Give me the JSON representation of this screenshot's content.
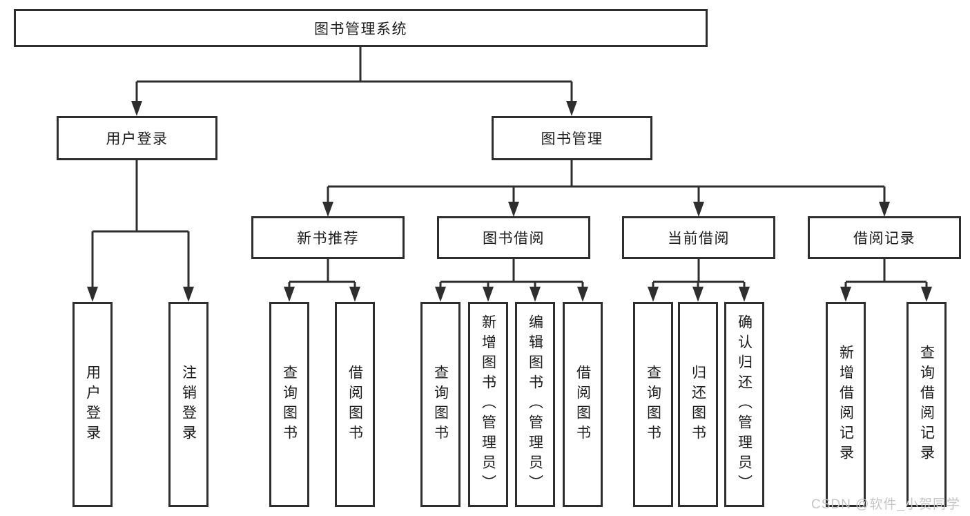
{
  "diagram_title": "图书管理系统",
  "colors": {
    "line": "#2e2e2e",
    "text": "#1d1d1f",
    "watermark": "#c5c5c5",
    "background": "#ffffff"
  },
  "tree": {
    "root": {
      "label": "图书管理系统",
      "children": [
        {
          "label": "用户登录",
          "children": [
            {
              "label": "用户登录"
            },
            {
              "label": "注销登录"
            }
          ]
        },
        {
          "label": "图书管理",
          "children": [
            {
              "label": "新书推荐",
              "children": [
                {
                  "label": "查询图书"
                },
                {
                  "label": "借阅图书"
                }
              ]
            },
            {
              "label": "图书借阅",
              "children": [
                {
                  "label": "查询图书"
                },
                {
                  "label": "新增图书（管理员）"
                },
                {
                  "label": "编辑图书（管理员）"
                },
                {
                  "label": "借阅图书"
                }
              ]
            },
            {
              "label": "当前借阅",
              "children": [
                {
                  "label": "查询图书"
                },
                {
                  "label": "归还图书"
                },
                {
                  "label": "确认归还（管理员）"
                }
              ]
            },
            {
              "label": "借阅记录",
              "children": [
                {
                  "label": "新增借阅记录"
                },
                {
                  "label": "查询借阅记录"
                }
              ]
            }
          ]
        }
      ]
    }
  },
  "watermark": {
    "text": "CSDN @软件_小贺同学"
  }
}
